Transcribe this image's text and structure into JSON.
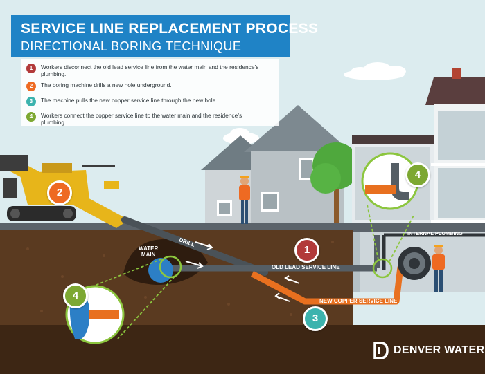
{
  "title": {
    "line1": "SERVICE LINE REPLACEMENT PROCESS",
    "line2": "DIRECTIONAL BORING TECHNIQUE"
  },
  "steps": [
    {
      "number": "1",
      "color": "#b23a3a",
      "text": "Workers disconnect the old lead service line from the water main and the residence’s plumbing."
    },
    {
      "number": "2",
      "color": "#ee6a22",
      "text": "The boring machine drills a new hole underground."
    },
    {
      "number": "3",
      "color": "#3cb3ae",
      "text": "The machine pulls the new copper service line through the new hole."
    },
    {
      "number": "4",
      "color": "#7da832",
      "text": "Workers connect the copper service line to the water main and the residence’s plumbing."
    }
  ],
  "labels": {
    "water_main": "WATER\nMAIN",
    "drill": "DRILL",
    "old_lead": "OLD LEAD SERVICE LINE",
    "new_copper": "NEW COPPER SERVICE LINE",
    "internal_plumbing": "INTERNAL PLUMBING"
  },
  "badges": {
    "machine": "2",
    "old_line": "1",
    "copper": "3",
    "house_connection": "4",
    "main_connection": "4"
  },
  "logo": {
    "text": "DENVER WATER",
    "icon": "denver-water-logo-icon"
  },
  "colors": {
    "title_bg": "#1f83c6",
    "sky": "#dcecef",
    "soil": "#5a3a20",
    "soil_deep": "#3d2614",
    "copper": "#e8701f",
    "lead_pipe": "#555e65",
    "machine": "#e7b51a",
    "water_main": "#2c7fc6",
    "safety_vest": "#ee6a22"
  }
}
